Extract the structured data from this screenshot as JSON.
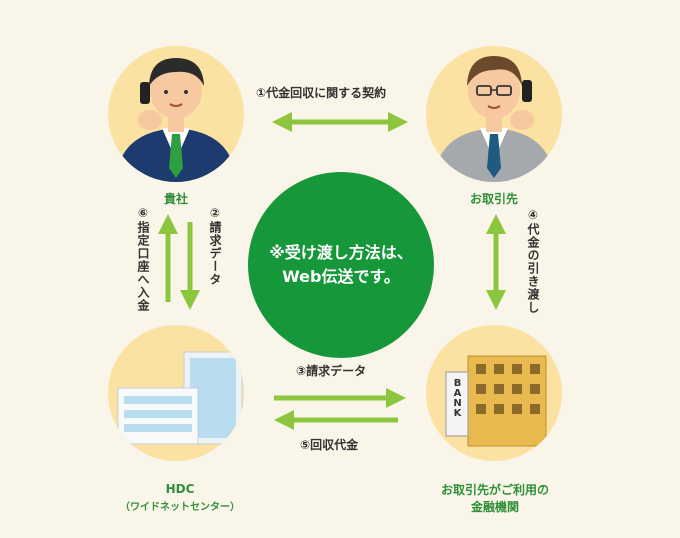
{
  "colors": {
    "background": "#f9f5e8",
    "node_circle": "#fbe2a2",
    "center_circle": "#16973a",
    "arrow": "#8cc63f",
    "label_green": "#2f8f3a"
  },
  "nodes": {
    "company": {
      "label": "貴社",
      "icon": "businessman-phone-icon"
    },
    "client": {
      "label": "お取引先",
      "icon": "businessman-glasses-phone-icon"
    },
    "hdc": {
      "label": "HDC",
      "sublabel": "（ワイドネットセンター）",
      "icon": "office-building-icon"
    },
    "bank": {
      "label_line1": "お取引先がご利用の",
      "label_line2": "金融機関",
      "sign": "BANK",
      "icon": "bank-building-icon"
    }
  },
  "center": {
    "line1": "※受け渡し方法は、",
    "line2": "Web伝送です。"
  },
  "flows": [
    {
      "num": "①",
      "text": "代金回収に関する契約"
    },
    {
      "num": "②",
      "text": "請求データ"
    },
    {
      "num": "③",
      "text": "請求データ"
    },
    {
      "num": "④",
      "text": "代金の引き渡し"
    },
    {
      "num": "⑤",
      "text": "回収代金"
    },
    {
      "num": "⑥",
      "text": "指定口座へ入金"
    }
  ]
}
